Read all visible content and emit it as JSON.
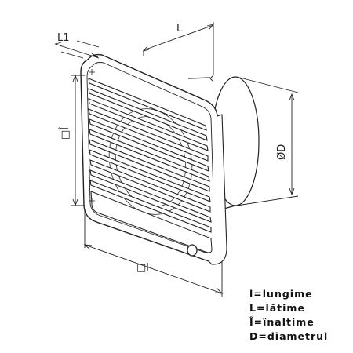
{
  "dimensions": {
    "L1": "L1",
    "L": "L",
    "height": "□Î",
    "width": "□l",
    "diameter": "ØD"
  },
  "legend": [
    "l=lungime",
    "L=lătime",
    "Î=înaltime",
    "D=diametrul"
  ],
  "colors": {
    "line": "#222222",
    "background": "#ffffff"
  }
}
